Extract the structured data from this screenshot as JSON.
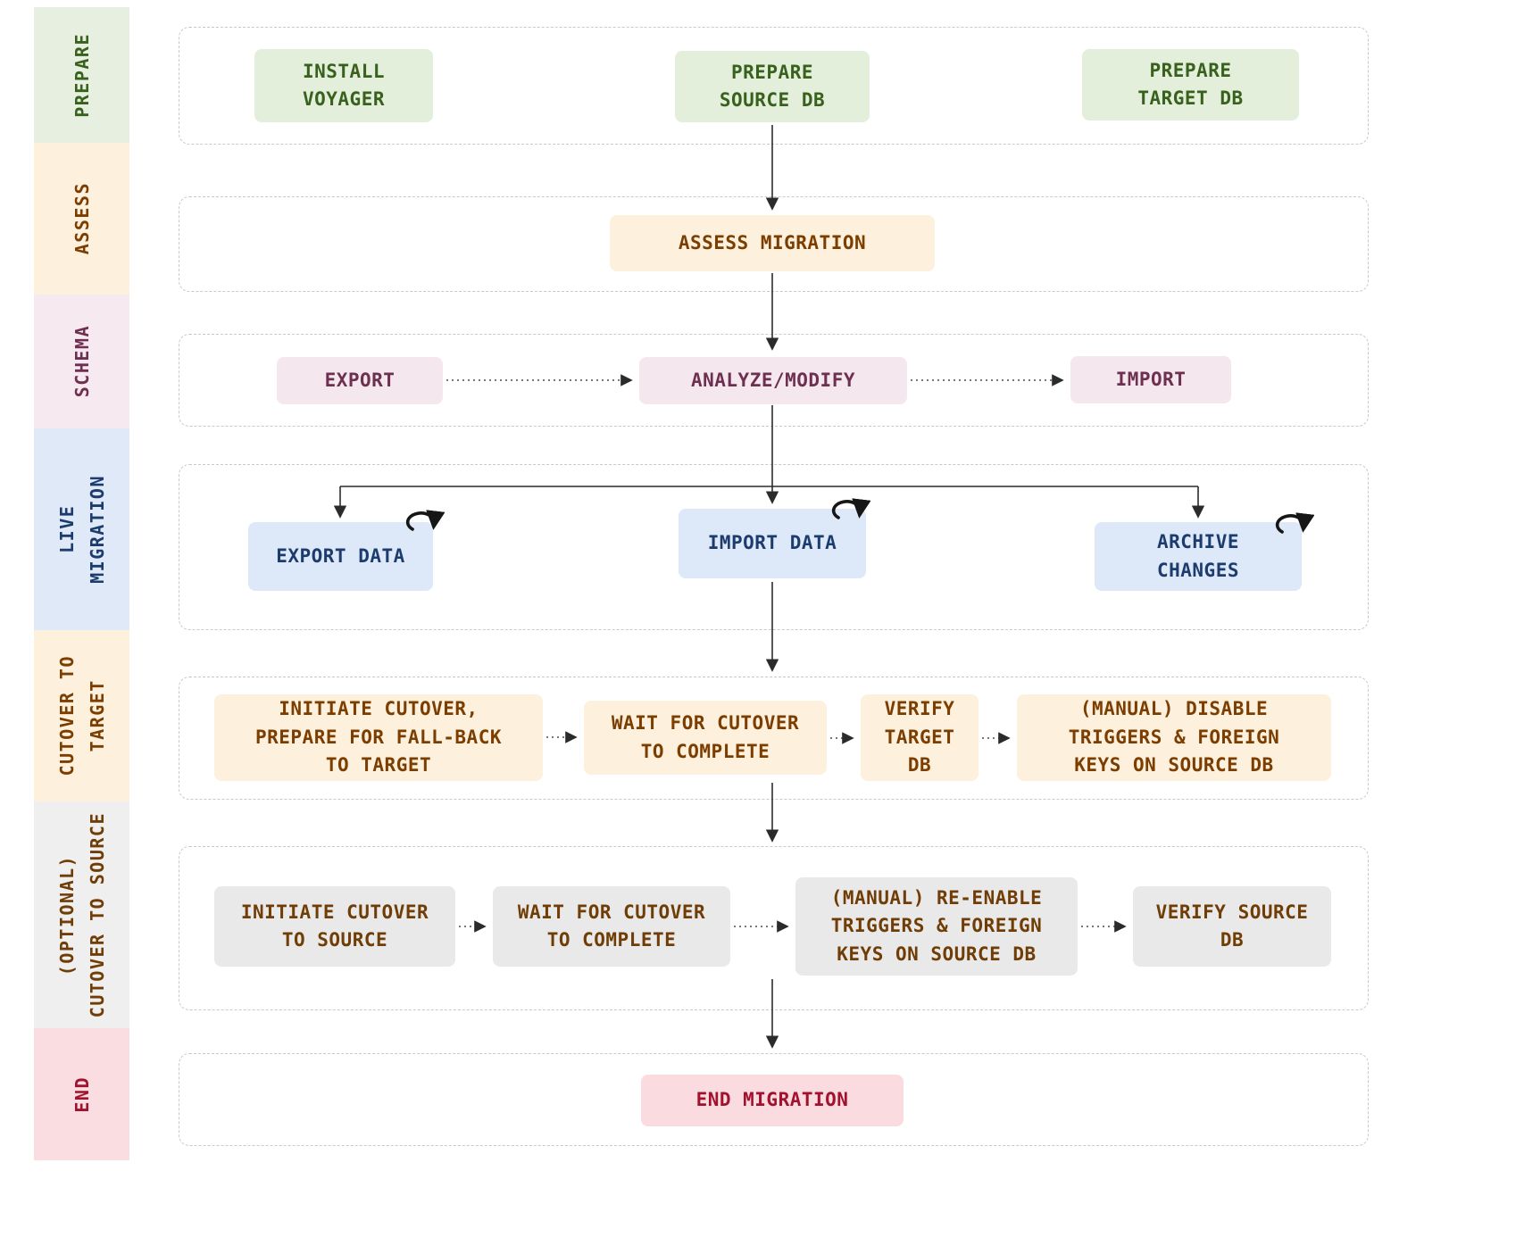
{
  "sidebar": {
    "prepare": "PREPARE",
    "assess": "ASSESS",
    "schema": "SCHEMA",
    "live_migration": "LIVE\nMIGRATION",
    "cutover_target": "CUTOVER TO\nTARGET",
    "cutover_source": "(OPTIONAL)\nCUTOVER TO SOURCE",
    "end": "END"
  },
  "flow": {
    "prepare": {
      "install_voyager": "INSTALL\nVOYAGER",
      "prepare_source_db": "PREPARE\nSOURCE DB",
      "prepare_target_db": "PREPARE\nTARGET DB"
    },
    "assess": {
      "assess_migration": "ASSESS MIGRATION"
    },
    "schema": {
      "export": "EXPORT",
      "analyze_modify": "ANALYZE/MODIFY",
      "import": "IMPORT"
    },
    "live_migration": {
      "export_data": "EXPORT DATA",
      "import_data": "IMPORT DATA",
      "archive_changes": "ARCHIVE\nCHANGES"
    },
    "cutover_target": {
      "initiate": "INITIATE CUTOVER,\nPREPARE FOR FALL-BACK\nTO TARGET",
      "wait": "WAIT FOR CUTOVER\nTO COMPLETE",
      "verify": "VERIFY\nTARGET\nDB",
      "manual_disable": "(MANUAL) DISABLE\nTRIGGERS & FOREIGN\nKEYS ON SOURCE DB"
    },
    "cutover_source": {
      "initiate": "INITIATE CUTOVER\nTO SOURCE",
      "wait": "WAIT FOR CUTOVER\nTO COMPLETE",
      "manual_reenable": "(MANUAL) RE-ENABLE\nTRIGGERS & FOREIGN\nKEYS ON SOURCE DB",
      "verify": "VERIFY SOURCE\nDB"
    },
    "end": {
      "end_migration": "END MIGRATION"
    }
  },
  "icons": {
    "loop": "repeat-loop-icon"
  },
  "colors": {
    "prepare_bg": "#e4efdb",
    "prepare_text": "#38611d",
    "assess_bg": "#fdf0dc",
    "assess_text": "#7c3d00",
    "schema_bg": "#f5e7ee",
    "schema_text": "#6e3050",
    "live_bg": "#dde8f8",
    "live_text": "#1c3c6e",
    "optional_bg": "#e9e9ea",
    "optional_text": "#6f3d05",
    "end_bg": "#fadbe0",
    "end_text": "#a2122f",
    "connector": "#2b2b2b",
    "row_border": "#c9c9c9"
  }
}
